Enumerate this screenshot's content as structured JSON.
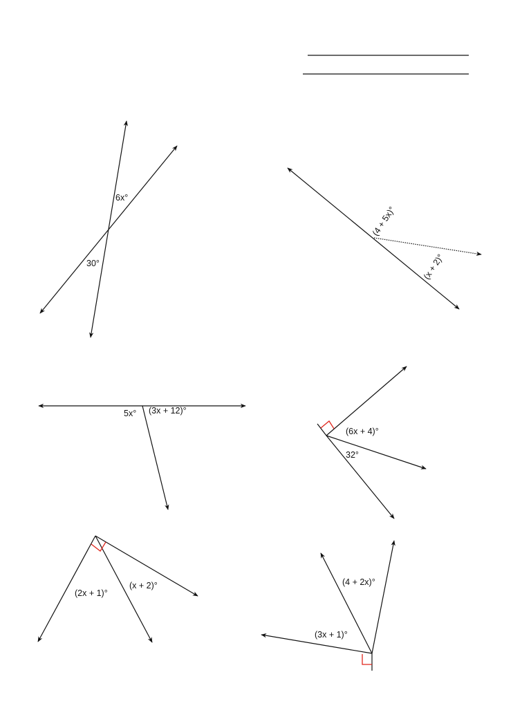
{
  "header": {
    "answer_lines": 2
  },
  "colors": {
    "ink": "#111111",
    "right_angle_mark": "#e0261c",
    "background": "#ffffff"
  },
  "problems": [
    {
      "id": 1,
      "angle_labels": [
        "6x°",
        "30°"
      ]
    },
    {
      "id": 2,
      "angle_labels": [
        "(4 + 5x)°",
        "(x + 2)°"
      ]
    },
    {
      "id": 3,
      "angle_labels": [
        "5x°",
        "(3x + 12)°"
      ]
    },
    {
      "id": 4,
      "angle_labels": [
        "(6x + 4)°",
        "32°"
      ],
      "has_right_angle": true
    },
    {
      "id": 5,
      "angle_labels": [
        "(2x + 1)°",
        "(x + 2)°"
      ],
      "has_right_angle": true
    },
    {
      "id": 6,
      "angle_labels": [
        "(4 + 2x)°",
        "(3x + 1)°"
      ],
      "has_right_angle": true
    }
  ]
}
